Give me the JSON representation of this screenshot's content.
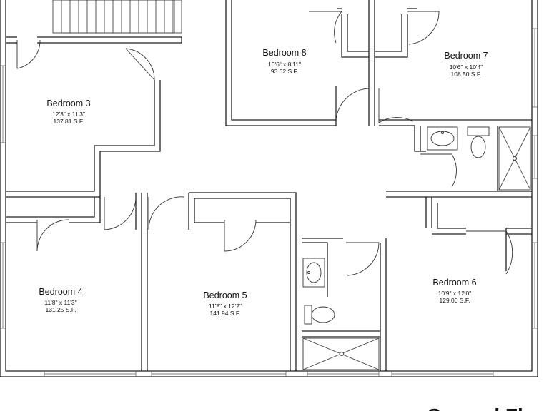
{
  "floor_title": "Second Fl",
  "rooms": [
    {
      "name": "Bedroom 3",
      "size": "12'3\" x 11'3\"",
      "area": "137.81 S.F."
    },
    {
      "name": "Bedroom 8",
      "size": "10'6\" x 8'11\"",
      "area": "93.62 S.F."
    },
    {
      "name": "Bedroom 7",
      "size": "10'6\" x 10'4\"",
      "area": "108.50 S.F."
    },
    {
      "name": "Bedroom 4",
      "size": "11'8\" x 11'3\"",
      "area": "131.25 S.F."
    },
    {
      "name": "Bedroom 5",
      "size": "11'8\" x 12'2\"",
      "area": "141.94 S.F."
    },
    {
      "name": "Bedroom 6",
      "size": "10'9\" x 12'0\"",
      "area": "129.00 S.F."
    }
  ],
  "icons": {
    "door": "door-swing-icon",
    "window": "window-icon",
    "sink": "sink-icon",
    "toilet": "toilet-icon",
    "shower": "shower-icon",
    "stair": "staircase-icon"
  }
}
